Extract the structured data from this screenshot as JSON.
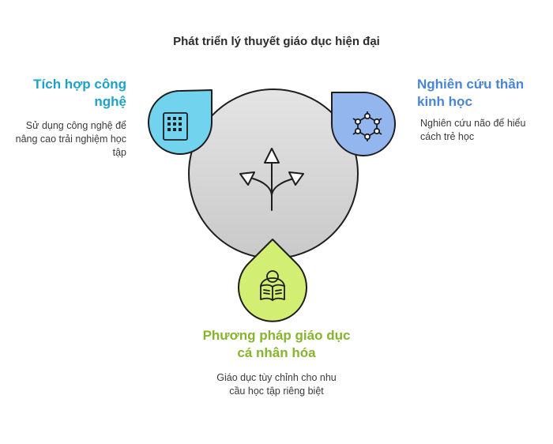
{
  "title": "Phát triển lý thuyết giáo dục hiện đại",
  "nodes": [
    {
      "id": "left",
      "heading": "Tích hợp công nghệ",
      "description": "Sử dụng công nghệ để nâng cao trải nghiệm học tập",
      "color": "#72d3ee",
      "text_color": "#1ea2c9",
      "icon": "keypad-icon"
    },
    {
      "id": "right",
      "heading": "Nghiên cứu thần kinh học",
      "description": "Nghiên cứu não để hiểu cách trẻ học",
      "color": "#94b6ef",
      "text_color": "#4a85d6",
      "icon": "neural-network-icon"
    },
    {
      "id": "bottom",
      "heading": "Phương pháp giáo dục cá nhân hóa",
      "description": "Giáo dục tùy chỉnh cho nhu cầu học tập riêng biệt",
      "color": "#d2ef73",
      "text_color": "#86b42e",
      "icon": "reading-person-icon"
    }
  ],
  "center": {
    "color": "#d3d3d3",
    "icon": "three-way-arrows-icon"
  }
}
